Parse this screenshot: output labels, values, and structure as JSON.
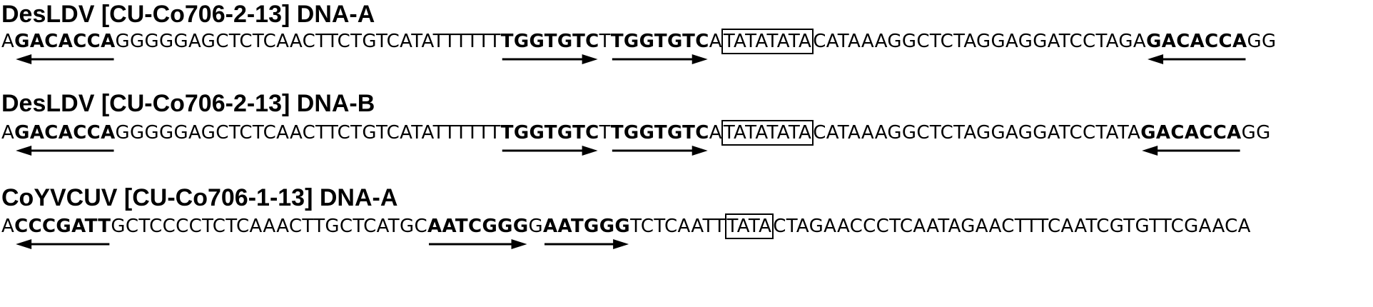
{
  "blocks": [
    {
      "title": "DesLDV [CU-Co706-2-13] DNA-A",
      "segments": [
        {
          "text": "A",
          "style": "normal"
        },
        {
          "text": "GACACCA",
          "style": "bold",
          "arrow": "left"
        },
        {
          "text": "GGGGGAGCTCTCAACTTCTGTCATATTTTTT",
          "style": "normal"
        },
        {
          "text": "TGGTGTC",
          "style": "bold",
          "arrow": "right"
        },
        {
          "text": "T",
          "style": "normal"
        },
        {
          "text": "TGGTGTC",
          "style": "bold",
          "arrow": "right"
        },
        {
          "text": "A",
          "style": "normal"
        },
        {
          "text": "TATATATA",
          "style": "boxed"
        },
        {
          "text": "CATAAAGGCTCTAGGAGGATCCTAGA",
          "style": "normal"
        },
        {
          "text": "GACACCA",
          "style": "bold",
          "arrow": "left"
        },
        {
          "text": "GG",
          "style": "normal"
        }
      ]
    },
    {
      "title": "DesLDV [CU-Co706-2-13] DNA-B",
      "segments": [
        {
          "text": "A",
          "style": "normal"
        },
        {
          "text": "GACACCA",
          "style": "bold",
          "arrow": "left"
        },
        {
          "text": "GGGGGAGCTCTCAACTTCTGTCATATTTTTT",
          "style": "normal"
        },
        {
          "text": "TGGTGTC",
          "style": "bold",
          "arrow": "right"
        },
        {
          "text": "T",
          "style": "normal"
        },
        {
          "text": "TGGTGTC",
          "style": "bold",
          "arrow": "right"
        },
        {
          "text": "A",
          "style": "normal"
        },
        {
          "text": "TATATATA",
          "style": "boxed"
        },
        {
          "text": "CATAAAGGCTCTAGGAGGATCCTATA",
          "style": "normal"
        },
        {
          "text": "GACACCA",
          "style": "bold",
          "arrow": "left"
        },
        {
          "text": "GG",
          "style": "normal"
        }
      ]
    },
    {
      "title": "CoYVCUV [CU-Co706-1-13] DNA-A",
      "segments": [
        {
          "text": "A",
          "style": "normal"
        },
        {
          "text": "CCCGATT",
          "style": "bold",
          "arrow": "left"
        },
        {
          "text": "GCTCCCCTCTCAAACTTGCTCATGC",
          "style": "normal"
        },
        {
          "text": "AATCGGG",
          "style": "bold",
          "arrow": "right"
        },
        {
          "text": "G",
          "style": "normal"
        },
        {
          "text": "AATGGG",
          "style": "bold",
          "arrow": "right"
        },
        {
          "text": "TCTCAATT",
          "style": "normal"
        },
        {
          "text": "TATA",
          "style": "boxed"
        },
        {
          "text": "CTAGAACCCTCAATAGAACTTTCAATCGTGTTCGAACA",
          "style": "normal"
        }
      ]
    }
  ]
}
